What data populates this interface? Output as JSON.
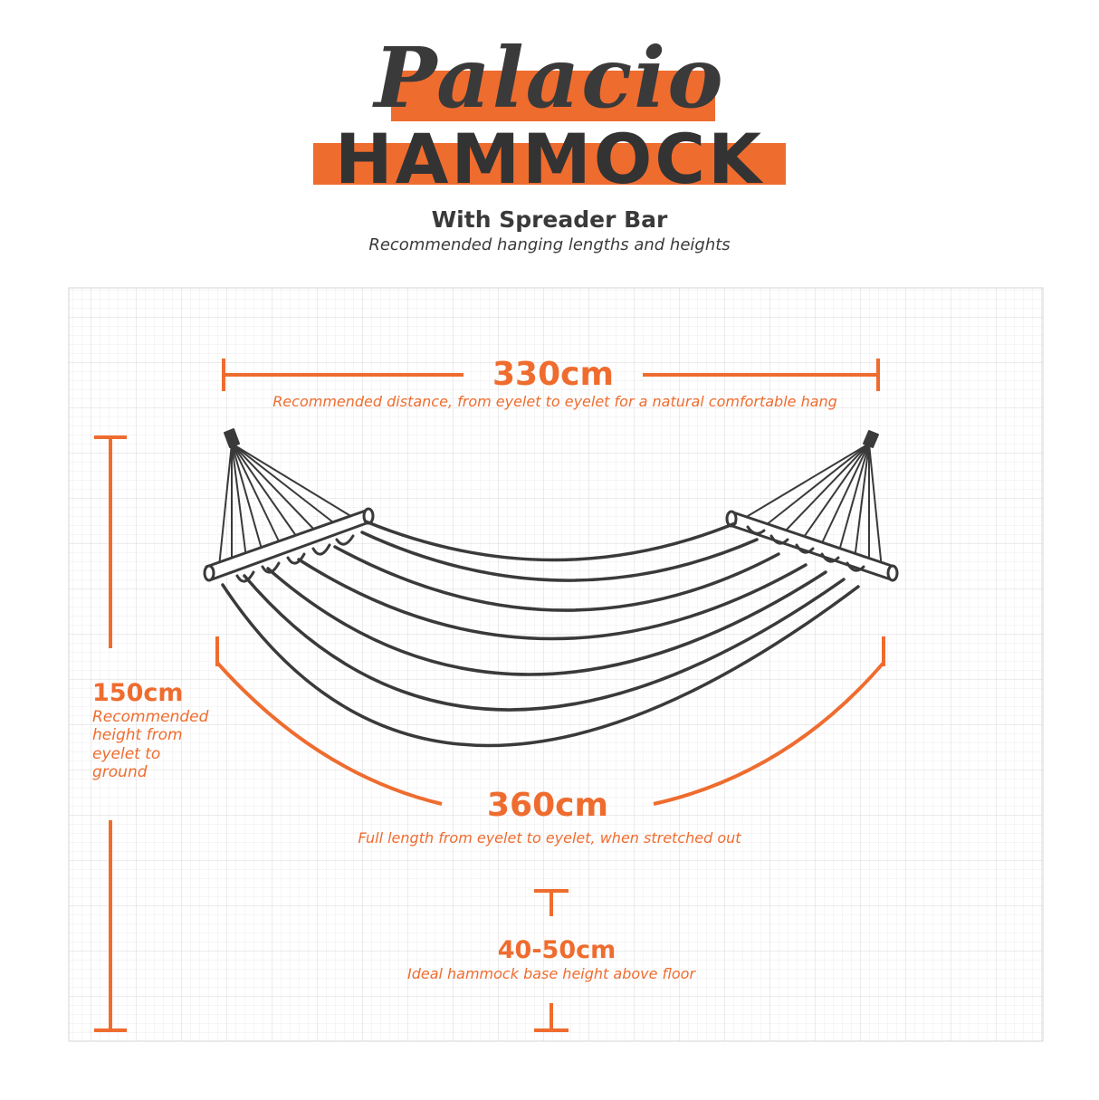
{
  "header": {
    "script_title": "Palacio",
    "main_title": "HAMMOCK",
    "subtitle": "With Spreader Bar",
    "tagline": "Recommended hanging lengths and heights"
  },
  "colors": {
    "accent": "#ef6c2f",
    "ink": "#3a3a3a",
    "grid": "#e2e2e2"
  },
  "dimensions": {
    "distance": {
      "value": "330cm",
      "description": "Recommended distance, from eyelet to eyelet for a natural comfortable hang"
    },
    "height": {
      "value": "150cm",
      "description_lines": [
        "Recommended",
        "height from",
        "eyelet to",
        "ground"
      ]
    },
    "length": {
      "value": "360cm",
      "description": "Full length from eyelet to eyelet,  when stretched out"
    },
    "base": {
      "value": "40-50cm",
      "description": "Ideal hammock base height above floor"
    }
  }
}
